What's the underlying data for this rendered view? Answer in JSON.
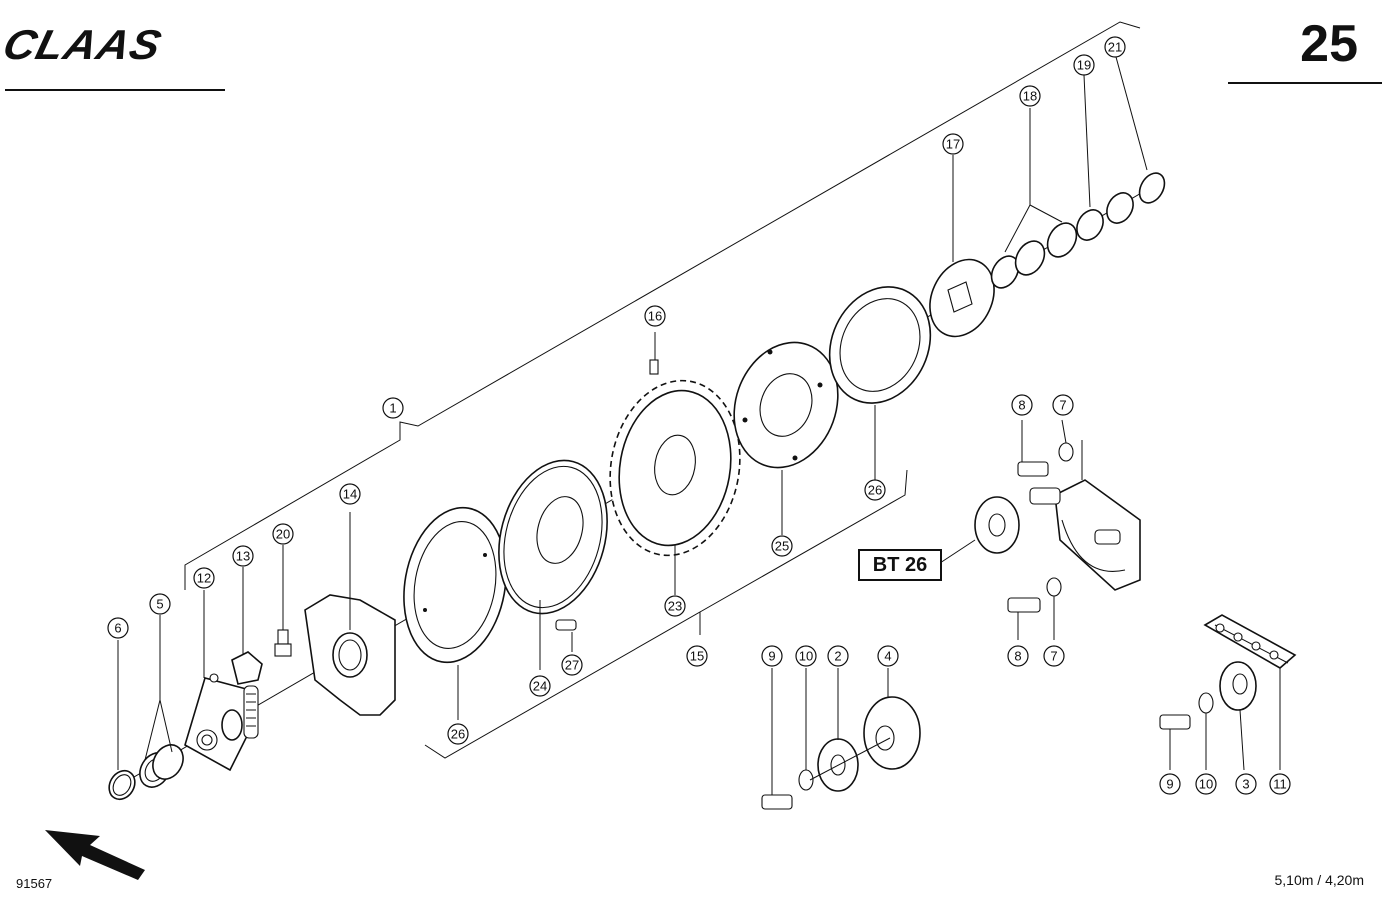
{
  "header": {
    "brand": "CLAAS",
    "page_number": "25"
  },
  "footer": {
    "drawing_number": "91567",
    "width_info": "5,10m / 4,20m"
  },
  "reference_box": "BT 26",
  "callouts": [
    "1",
    "2",
    "3",
    "4",
    "5",
    "6",
    "7",
    "7",
    "8",
    "8",
    "9",
    "9",
    "10",
    "10",
    "11",
    "12",
    "13",
    "14",
    "15",
    "16",
    "17",
    "18",
    "19",
    "20",
    "21",
    "23",
    "24",
    "25",
    "26",
    "26",
    "27"
  ],
  "icons": {
    "direction_arrow": "travel-direction-arrow-icon"
  }
}
